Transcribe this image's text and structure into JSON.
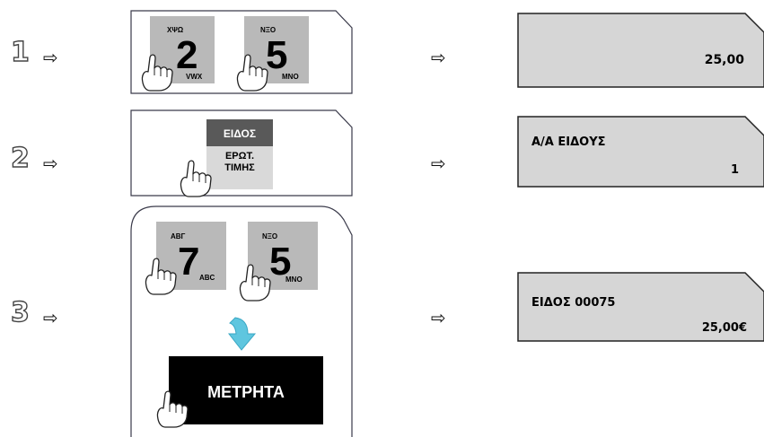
{
  "steps": [
    {
      "number": "1",
      "arrow": "⇨",
      "arrow_out": "⇨"
    },
    {
      "number": "2",
      "arrow": "⇨",
      "arrow_out": "⇨"
    },
    {
      "number": "3",
      "arrow": "⇨",
      "arrow_out": "⇨"
    }
  ],
  "keys": {
    "key2": {
      "top": "ΧΨΩ",
      "digit": "2",
      "bottom": "VWX"
    },
    "key5a": {
      "top": "ΝΞΟ",
      "digit": "5",
      "bottom": "MNO"
    },
    "key7": {
      "top": "ΑΒΓ",
      "digit": "7",
      "bottom": "ABC"
    },
    "key5b": {
      "top": "ΝΞΟ",
      "digit": "5",
      "bottom": "MNO"
    },
    "eidos": {
      "top": "ΕΙΔΟΣ",
      "line1": "ΕΡΩΤ.",
      "line2": "ΤΙΜΗΣ"
    },
    "cash": {
      "label": "ΜΕΤΡΗΤΑ"
    }
  },
  "displays": {
    "d1": {
      "line1": "",
      "line2": "25,00"
    },
    "d2": {
      "line1": "Α/Α ΕΙΔΟΥΣ",
      "line2": "1"
    },
    "d3": {
      "line1": "ΕΙΔΟΣ 00075",
      "line2": "25,00€"
    }
  },
  "colors": {
    "key_gray": "#b9b9b9",
    "display_gray": "#d6d6d6",
    "eidos_dark": "#595959",
    "eidos_light": "#d9d9d9",
    "cash_black": "#000000",
    "down_arrow": "#5fc6df"
  }
}
